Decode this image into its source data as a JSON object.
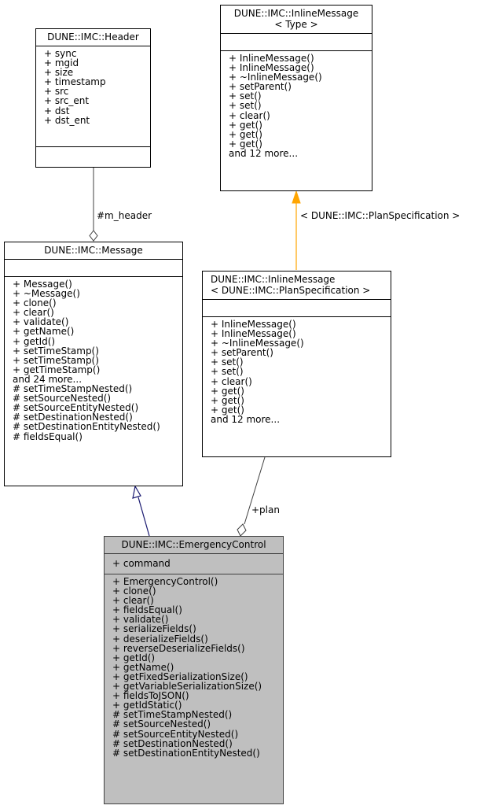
{
  "diagram": {
    "type": "class-collaboration-diagram",
    "colors": {
      "highlight_fill": "#bfbfbf",
      "inheritance_edge": "#191970",
      "template_edge": "#ffa500",
      "usage_edge": "#404040"
    },
    "nodes": {
      "header": {
        "title": "DUNE::IMC::Header",
        "attributes": [
          "+ sync",
          "+ mgid",
          "+ size",
          "+ timestamp",
          "+ src",
          "+ src_ent",
          "+ dst",
          "+ dst_ent"
        ],
        "methods": []
      },
      "inline_type": {
        "title": "DUNE::IMC::InlineMessage\n< Type >",
        "attributes": [],
        "methods": [
          "+ InlineMessage()",
          "+ InlineMessage()",
          "+ ~InlineMessage()",
          "+ setParent()",
          "+ set()",
          "+ set()",
          "+ clear()",
          "+ get()",
          "+ get()",
          "+ get()",
          "and 12 more..."
        ]
      },
      "message": {
        "title": "DUNE::IMC::Message",
        "attributes": [],
        "methods": [
          "+ Message()",
          "+ ~Message()",
          "+ clone()",
          "+ clear()",
          "+ validate()",
          "+ getName()",
          "+ getId()",
          "+ setTimeStamp()",
          "+ setTimeStamp()",
          "+ getTimeStamp()",
          "and 24 more...",
          "# setTimeStampNested()",
          "# setSourceNested()",
          "# setSourceEntityNested()",
          "# setDestinationNested()",
          "# setDestinationEntityNested()",
          "# fieldsEqual()"
        ]
      },
      "inline_plan": {
        "title": "DUNE::IMC::InlineMessage\n< DUNE::IMC::PlanSpecification >",
        "attributes": [],
        "methods": [
          "+ InlineMessage()",
          "+ InlineMessage()",
          "+ ~InlineMessage()",
          "+ setParent()",
          "+ set()",
          "+ set()",
          "+ clear()",
          "+ get()",
          "+ get()",
          "+ get()",
          "and 12 more..."
        ]
      },
      "emergency": {
        "title": "DUNE::IMC::EmergencyControl",
        "attributes": [
          "+ command"
        ],
        "methods": [
          "+ EmergencyControl()",
          "+ clone()",
          "+ clear()",
          "+ fieldsEqual()",
          "+ validate()",
          "+ serializeFields()",
          "+ deserializeFields()",
          "+ reverseDeserializeFields()",
          "+ getId()",
          "+ getName()",
          "+ getFixedSerializationSize()",
          "+ getVariableSerializationSize()",
          "+ fieldsToJSON()",
          "+ getIdStatic()",
          "# setTimeStampNested()",
          "# setSourceNested()",
          "# setSourceEntityNested()",
          "# setDestinationNested()",
          "# setDestinationEntityNested()"
        ]
      }
    },
    "edges": {
      "m_header_label": "#m_header",
      "template_label": "< DUNE::IMC::PlanSpecification >",
      "plan_label": "+plan"
    }
  }
}
